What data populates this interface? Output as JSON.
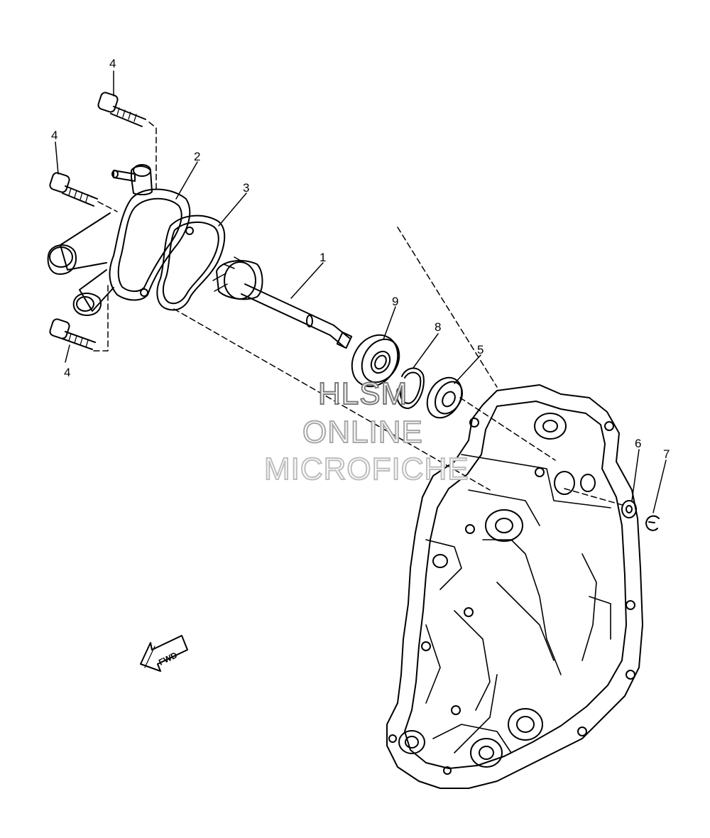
{
  "callouts": [
    "4",
    "4",
    "4",
    "2",
    "3",
    "1",
    "9",
    "8",
    "5",
    "6",
    "7"
  ],
  "fwd_label": "FWD",
  "watermark": {
    "line1": "HLSM",
    "line2": "ONLINE",
    "line3": "MICROFICHE"
  }
}
